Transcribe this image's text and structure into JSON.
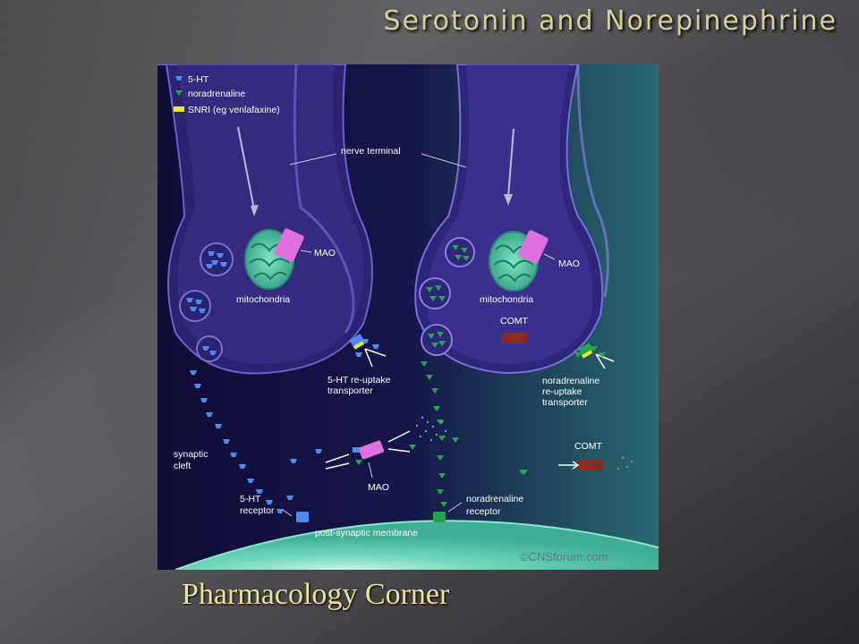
{
  "slide": {
    "title": "Serotonin and  Norepinephrine",
    "footer": "Pharmacology Corner"
  },
  "diagram": {
    "legend": [
      {
        "icon": "serotonin-molecule-icon",
        "label": "5-HT",
        "color": "#4a8cf0"
      },
      {
        "icon": "noradrenaline-molecule-icon",
        "label": "noradrenaline",
        "color": "#1fa84a"
      },
      {
        "icon": "snri-icon",
        "label": "SNRI (eg venlafaxine)",
        "color": "#e8e830"
      }
    ],
    "labels": {
      "nerve_terminal": "nerve terminal",
      "mao_left": "MAO",
      "mao_right": "MAO",
      "mao_cleft": "MAO",
      "mitochondria_left": "mitochondria",
      "mitochondria_right": "mitochondria",
      "comt_upper": "COMT",
      "comt_lower": "COMT",
      "ht_reuptake_1": "5-HT re-uptake",
      "ht_reuptake_2": "transporter",
      "na_reuptake_1": "noradrenaline",
      "na_reuptake_2": "re-uptake",
      "na_reuptake_3": "transporter",
      "synaptic_1": "synaptic",
      "synaptic_2": "cleft",
      "ht_receptor_1": "5-HT",
      "ht_receptor_2": "receptor",
      "na_receptor_1": "noradrenaline",
      "na_receptor_2": "receptor",
      "membrane": "post-synaptic membrane",
      "copyright": "©CNSforum.com"
    },
    "colors": {
      "background_dark": "#12103a",
      "terminal": "#3a2f7e",
      "serotonin": "#4a8cf0",
      "noradrenaline": "#1fa84a",
      "mao": "#e070e0",
      "comt": "#8a2a20",
      "mitochondria": "#4fc6a0",
      "membrane": "#5fd2b2",
      "snri": "#e8e830"
    }
  }
}
